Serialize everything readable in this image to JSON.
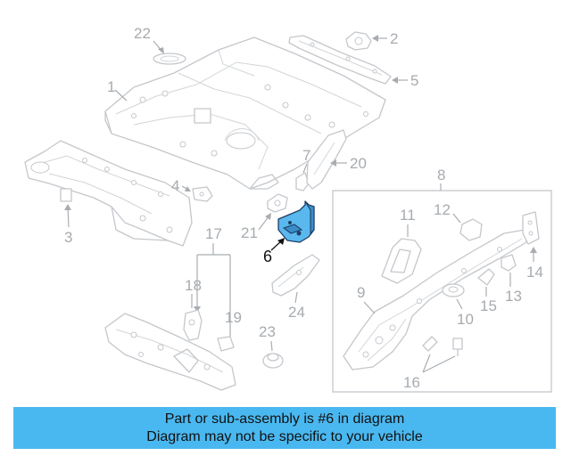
{
  "callouts": {
    "c1": "1",
    "c2": "2",
    "c3": "3",
    "c4": "4",
    "c5": "5",
    "c6": "6",
    "c7": "7",
    "c8": "8",
    "c9": "9",
    "c10": "10",
    "c11": "11",
    "c12": "12",
    "c13": "13",
    "c14": "14",
    "c15": "15",
    "c16": "16",
    "c17": "17",
    "c18": "18",
    "c19": "19",
    "c20": "20",
    "c21": "21",
    "c22": "22",
    "c23": "23",
    "c24": "24"
  },
  "highlighted_part": "6",
  "colors": {
    "highlight_fill": "#5ab8ee",
    "highlight_outline": "#1f3f66",
    "part_outline": "#c4c7cb",
    "banner_background": "#4ab8f0"
  },
  "banner": {
    "line1": "Part or sub-assembly is #6 in diagram",
    "line2": "Diagram may not be specific to your vehicle"
  }
}
